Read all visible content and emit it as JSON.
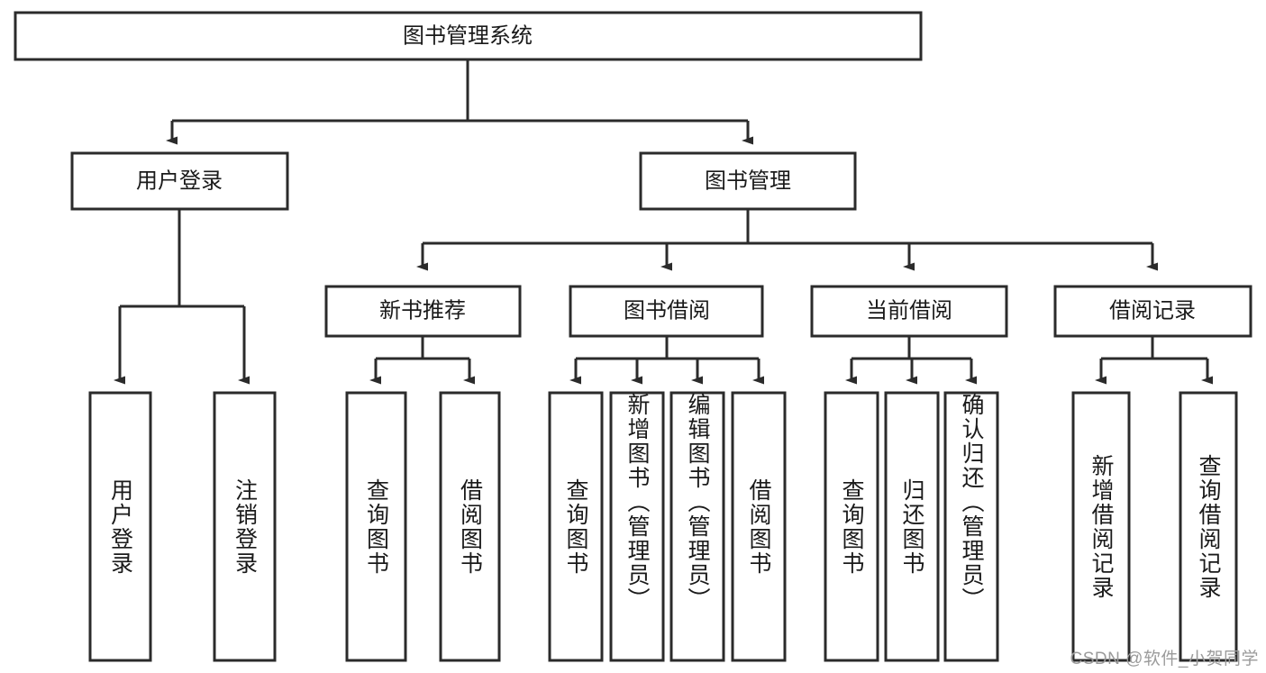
{
  "diagram": {
    "title": "图书管理系统",
    "type": "hierarchy-tree",
    "watermark": "CSDN @软件_小贺同学",
    "colors": {
      "box_stroke": "#2b2b2b",
      "box_fill": "#ffffff",
      "text": "#1a1a1a",
      "background": "#ffffff",
      "watermark": "#9b9b9b"
    },
    "levels": {
      "root": {
        "label": "图书管理系统"
      },
      "level2": [
        {
          "label": "用户登录"
        },
        {
          "label": "图书管理"
        }
      ],
      "level3": [
        {
          "label": "新书推荐"
        },
        {
          "label": "图书借阅"
        },
        {
          "label": "当前借阅"
        },
        {
          "label": "借阅记录"
        }
      ],
      "leaves": {
        "user_login": [
          {
            "label": "用户登录"
          },
          {
            "label": "注销登录"
          }
        ],
        "new_book_recommend": [
          {
            "label": "查询图书"
          },
          {
            "label": "借阅图书"
          }
        ],
        "book_borrow": [
          {
            "label": "查询图书"
          },
          {
            "label": "新增图书（管理员）"
          },
          {
            "label": "编辑图书（管理员）"
          },
          {
            "label": "借阅图书"
          }
        ],
        "current_borrow": [
          {
            "label": "查询图书"
          },
          {
            "label": "归还图书"
          },
          {
            "label": "确认归还（管理员）"
          }
        ],
        "borrow_record": [
          {
            "label": "新增借阅记录"
          },
          {
            "label": "查询借阅记录"
          }
        ]
      }
    }
  }
}
